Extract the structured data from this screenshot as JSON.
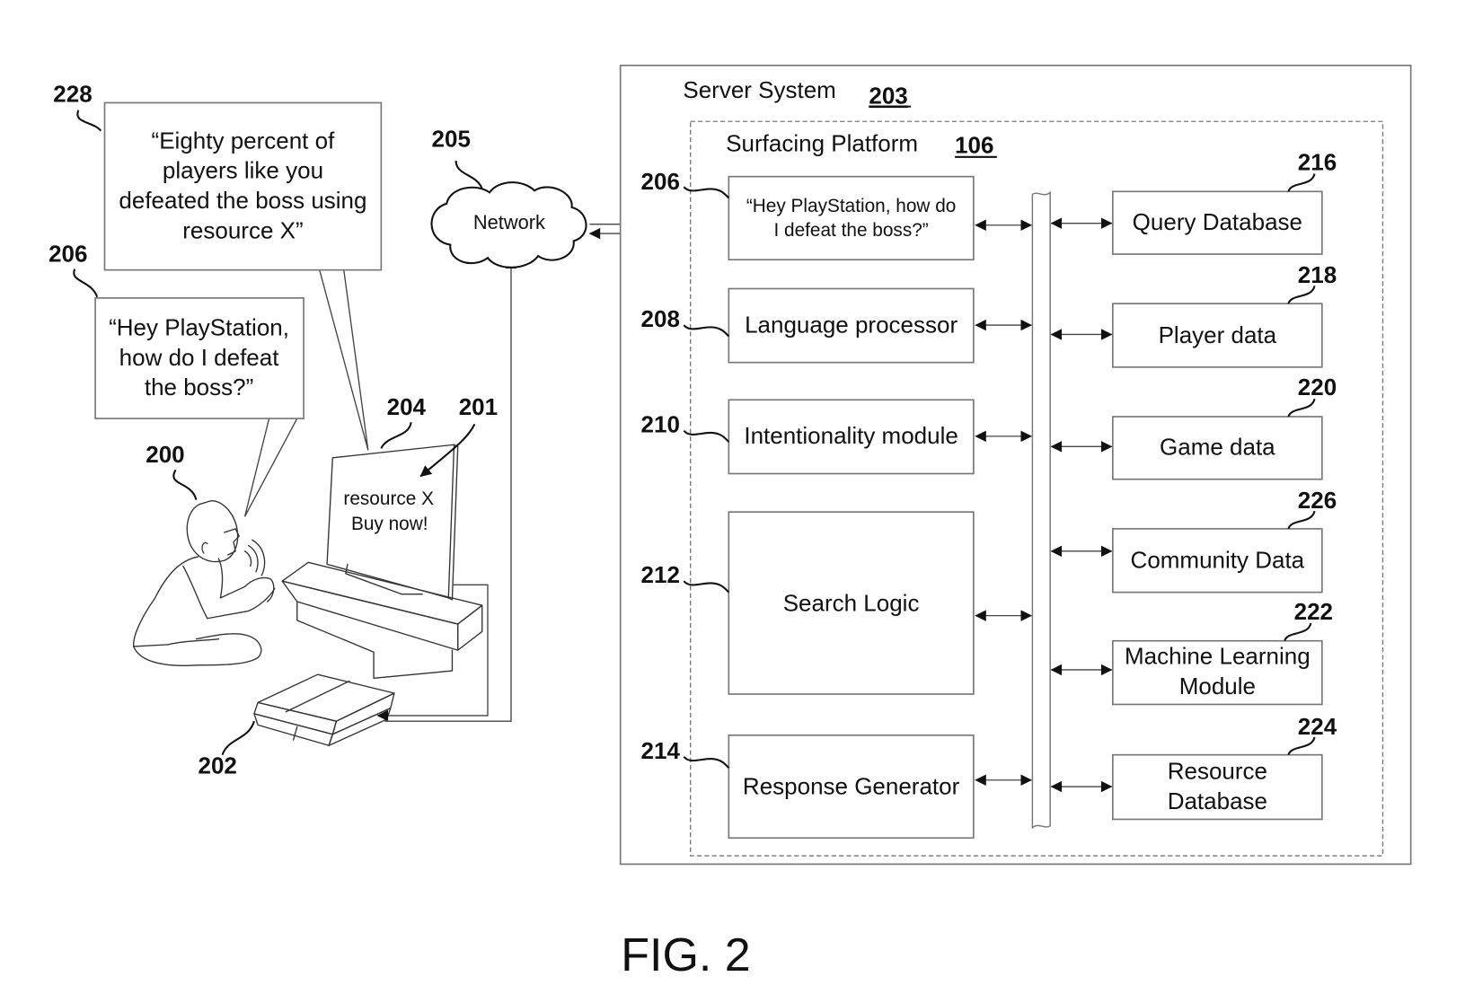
{
  "figure": {
    "caption": "FIG. 2",
    "server_system": {
      "label": "Server System",
      "ref": "203"
    },
    "surfacing_platform": {
      "label": "Surfacing Platform",
      "ref": "106"
    },
    "network": {
      "label": "Network",
      "ref": "205"
    },
    "left_scene": {
      "response_bubble": {
        "ref": "228",
        "lines": [
          "“Eighty percent of",
          "players like you",
          "defeated the boss using",
          "resource X”"
        ]
      },
      "query_bubble": {
        "ref": "206",
        "lines": [
          "“Hey PlayStation,",
          "how do I defeat",
          "the boss?”"
        ]
      },
      "user_ref": "200",
      "display_ref": "204",
      "overlay_ref": "201",
      "console_ref": "202",
      "screen_text": [
        "resource X",
        "Buy now!"
      ]
    },
    "platform_modules": [
      {
        "ref": "206",
        "lines": [
          "“Hey PlayStation, how do",
          "I defeat the boss?”"
        ]
      },
      {
        "ref": "208",
        "lines": [
          "Language processor"
        ]
      },
      {
        "ref": "210",
        "lines": [
          "Intentionality module"
        ]
      },
      {
        "ref": "212",
        "lines": [
          "Search Logic"
        ]
      },
      {
        "ref": "214",
        "lines": [
          "Response Generator"
        ]
      }
    ],
    "data_stores": [
      {
        "ref": "216",
        "lines": [
          "Query Database"
        ]
      },
      {
        "ref": "218",
        "lines": [
          "Player data"
        ]
      },
      {
        "ref": "220",
        "lines": [
          "Game data"
        ]
      },
      {
        "ref": "226",
        "lines": [
          "Community Data"
        ]
      },
      {
        "ref": "222",
        "lines": [
          "Machine Learning",
          "Module"
        ]
      },
      {
        "ref": "224",
        "lines": [
          "Resource",
          "Database"
        ]
      }
    ]
  }
}
